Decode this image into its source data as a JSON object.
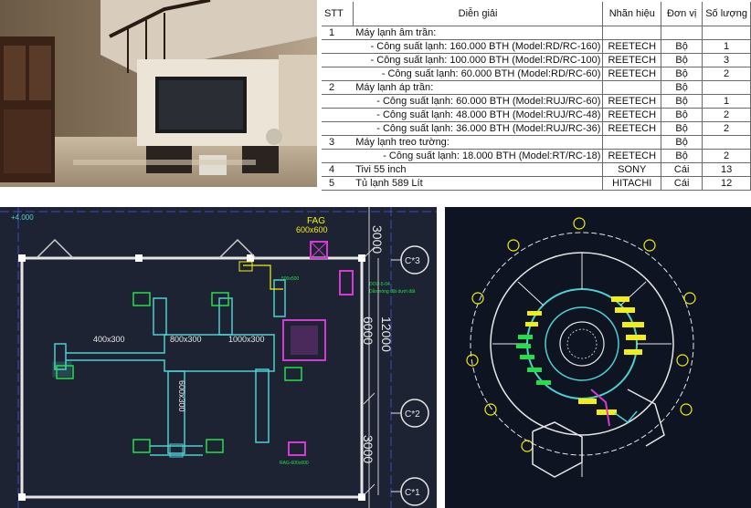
{
  "table": {
    "headers": {
      "stt": "STT",
      "description": "Diễn giải",
      "brand": "Nhãn hiệu",
      "unit": "Đơn vị",
      "quantity": "Số lượng"
    },
    "rows": [
      {
        "stt": "1",
        "description": "Máy lạnh âm trần:",
        "brand": "",
        "unit": "",
        "quantity": ""
      },
      {
        "stt": "",
        "description": "- Công suất lạnh: 160.000 BTH (Model:RD/RC-160)",
        "brand": "REETECH",
        "unit": "Bộ",
        "quantity": "1"
      },
      {
        "stt": "",
        "description": "- Công suất lạnh: 100.000 BTH (Model:RD/RC-100)",
        "brand": "REETECH",
        "unit": "Bộ",
        "quantity": "3"
      },
      {
        "stt": "",
        "description": "- Công suất lạnh: 60.000 BTH (Model:RD/RC-60)",
        "brand": "REETECH",
        "unit": "Bộ",
        "quantity": "2"
      },
      {
        "stt": "2",
        "description": "Máy lạnh áp trần:",
        "brand": "",
        "unit": "Bộ",
        "quantity": ""
      },
      {
        "stt": "",
        "description": "- Công suất lạnh: 60.000 BTH (Model:RUJ/RC-60)",
        "brand": "REETECH",
        "unit": "Bộ",
        "quantity": "1"
      },
      {
        "stt": "",
        "description": "- Công suất lạnh: 48.000 BTH (Model:RUJ/RC-48)",
        "brand": "REETECH",
        "unit": "Bộ",
        "quantity": "2"
      },
      {
        "stt": "",
        "description": "- Công suất lạnh: 36.000 BTH (Model:RUJ/RC-36)",
        "brand": "REETECH",
        "unit": "Bộ",
        "quantity": "2"
      },
      {
        "stt": "3",
        "description": "Máy lạnh treo tường:",
        "brand": "",
        "unit": "Bộ",
        "quantity": ""
      },
      {
        "stt": "",
        "description": "- Công suất lạnh: 18.000 BTH (Model:RT/RC-18)",
        "brand": "REETECH",
        "unit": "Bộ",
        "quantity": "2"
      },
      {
        "stt": "4",
        "description": "Tivi 55 inch",
        "brand": "SONY",
        "unit": "Cái",
        "quantity": "13"
      },
      {
        "stt": "5",
        "description": "Tủ lạnh 589 Lít",
        "brand": "HITACHI",
        "unit": "Cái",
        "quantity": "12"
      }
    ]
  },
  "drawing_left": {
    "elevation": "+4.000",
    "fag_label": "FAG",
    "fag_size": "600x600",
    "duct_1": "400x300",
    "duct_2": "800x300",
    "duct_3": "1000x300",
    "duct_vertical": "600x300",
    "dim_a": "3000",
    "dim_b": "6000",
    "dim_c": "12000",
    "dim_d": "3000",
    "axis_1": "C*3",
    "axis_2": "C*2",
    "axis_3": "C*1",
    "note_small_1": "500x500",
    "note_small_2": "DOU-5-04",
    "note_small_3": "Dẫn nóng đặt dưới đất",
    "note_bottom": "RAG-600x600"
  },
  "colors": {
    "cad_bg": "#1d2333",
    "cad_bg_right": "#0e1422",
    "duct": "#4fd0d0",
    "green": "#22e04a",
    "magenta": "#d43ad4",
    "yellow": "#f2ef10",
    "grid_blue": "#3b4cc0",
    "wall_white": "#e6e6e6"
  }
}
